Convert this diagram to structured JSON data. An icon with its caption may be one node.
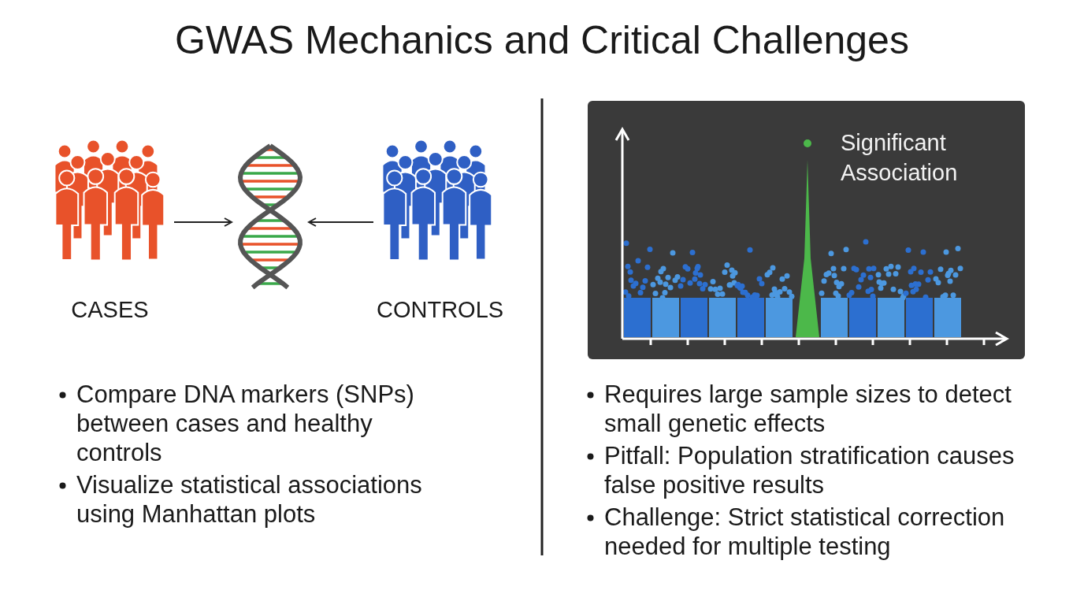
{
  "diagram": {
    "title": "GWAS Mechanics and Critical Challenges",
    "nodes": [
      {
        "text": [
          "CASES"
        ]
      },
      {
        "text": [],
        "shape": "picture"
      },
      {
        "text": [
          "CONTROLS"
        ]
      }
    ],
    "edges": [
      {
        "from": 0,
        "to": 1,
        "arrow": "to"
      },
      {
        "from": 2,
        "to": 1,
        "arrow": "to"
      }
    ],
    "labels": [
      "Significant Association",
      "Compare DNA markers (SNPs) between cases and healthy controls",
      "Visualize statistical associations using Manhattan plots",
      "Requires large sample sizes to detect small genetic effects",
      "Pitfall: Population stratification causes false positive results",
      "Challenge: Strict statistical correction needed for multiple testing"
    ]
  }
}
